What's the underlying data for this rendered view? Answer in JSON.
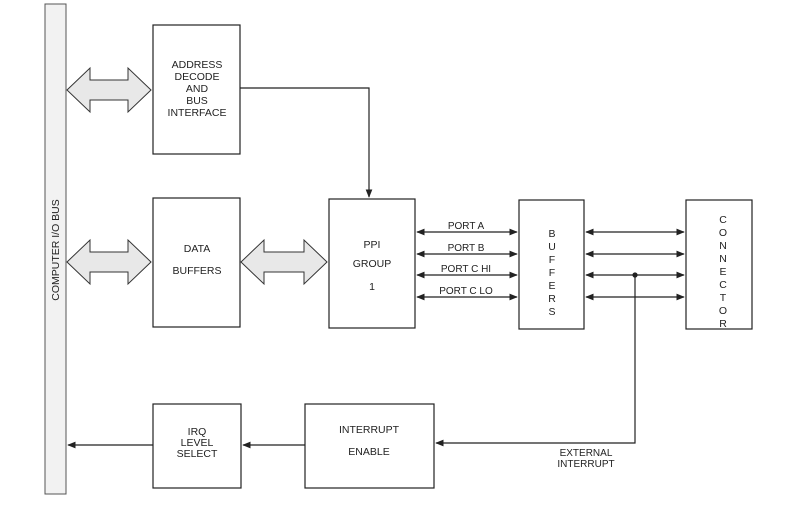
{
  "bus": {
    "label": "COMPUTER I/O BUS"
  },
  "blocks": {
    "address_decode": {
      "lines": [
        "ADDRESS",
        "DECODE",
        "AND",
        "BUS",
        "INTERFACE"
      ]
    },
    "data_buffers": {
      "lines": [
        "DATA",
        "BUFFERS"
      ]
    },
    "ppi": {
      "lines": [
        "PPI",
        "GROUP",
        "1"
      ]
    },
    "buffers": {
      "letters": [
        "B",
        "U",
        "F",
        "F",
        "E",
        "R",
        "S"
      ]
    },
    "connector": {
      "letters": [
        "C",
        "O",
        "N",
        "N",
        "E",
        "C",
        "T",
        "O",
        "R"
      ]
    },
    "interrupt_enable": {
      "lines": [
        "INTERRUPT",
        "ENABLE"
      ]
    },
    "irq_select": {
      "lines": [
        "IRQ",
        "LEVEL",
        "SELECT"
      ]
    }
  },
  "ports": [
    "PORT A",
    "PORT B",
    "PORT C HI",
    "PORT C LO"
  ],
  "external_interrupt": {
    "lines": [
      "EXTERNAL",
      "INTERRUPT"
    ]
  },
  "colors": {
    "line": "#222222",
    "bus_fill": "#f2f2f2",
    "arrow_fill": "#e8e8e8"
  }
}
